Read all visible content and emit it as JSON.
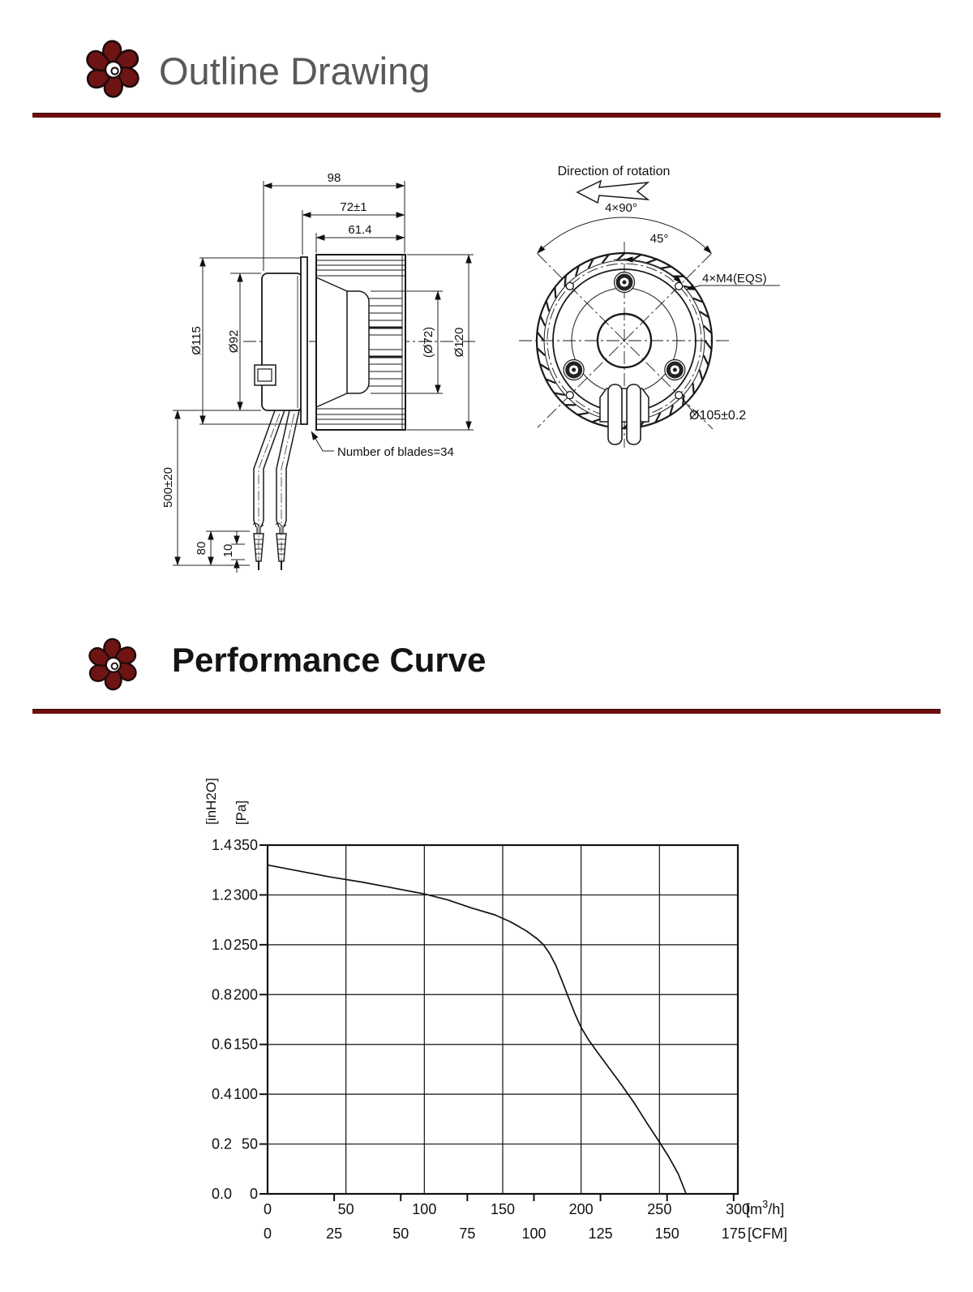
{
  "accent_color": "#6e0d0d",
  "line_color": "#1a1a1a",
  "header_outline": {
    "title": "Outline Drawing"
  },
  "header_performance": {
    "title": "Performance Curve"
  },
  "outline": {
    "side": {
      "dim_depth_total": "98",
      "dim_depth_mount": "72±1",
      "dim_depth_impeller": "61.4",
      "dim_flange_od": "Ø115",
      "dim_motor_od": "Ø92",
      "dim_inlet_id": "(Ø72)",
      "dim_impeller_od": "Ø120",
      "dim_lead_length": "500±20",
      "dim_strip_a": "80",
      "dim_strip_b": "10",
      "note_blades": "Number of blades=34"
    },
    "front": {
      "note_rotation": "Direction of rotation",
      "dim_mount_angle": "4×90°",
      "dim_hole_angle": "45°",
      "note_screws": "4×M4(EQS)",
      "dim_bolt_circle": "Ø105±0.2"
    }
  },
  "chart_data": {
    "type": "line",
    "title": "",
    "grid": true,
    "legend": false,
    "x_axis_primary": {
      "unit": "[m³/h]",
      "ticks": [
        0,
        50,
        100,
        150,
        200,
        250,
        300
      ],
      "range": [
        0,
        300
      ]
    },
    "x_axis_secondary": {
      "unit": "[CFM]",
      "ticks": [
        0,
        25,
        50,
        75,
        100,
        125,
        150,
        175
      ],
      "m3h_per_cfm": 1.699
    },
    "y_axis_primary": {
      "unit": "[Pa]",
      "ticks": [
        0,
        50,
        100,
        150,
        200,
        250,
        300,
        350
      ],
      "range": [
        0,
        350
      ]
    },
    "y_axis_secondary": {
      "unit": "[inH2O]",
      "tick_labels": [
        "0.0",
        "0.2",
        "0.4",
        "0.6",
        "0.8",
        "1.0",
        "1.2",
        "1.4"
      ]
    },
    "series": [
      {
        "name": "static-pressure-vs-airflow",
        "points": [
          [
            0,
            330
          ],
          [
            20,
            324
          ],
          [
            40,
            318
          ],
          [
            60,
            313
          ],
          [
            80,
            307
          ],
          [
            100,
            301
          ],
          [
            115,
            295
          ],
          [
            130,
            287
          ],
          [
            145,
            280
          ],
          [
            155,
            273
          ],
          [
            165,
            264
          ],
          [
            172,
            256
          ],
          [
            176,
            250
          ],
          [
            180,
            241
          ],
          [
            184,
            229
          ],
          [
            188,
            213
          ],
          [
            192,
            197
          ],
          [
            196,
            181
          ],
          [
            200,
            167
          ],
          [
            205,
            154
          ],
          [
            210,
            143
          ],
          [
            218,
            126
          ],
          [
            226,
            109
          ],
          [
            234,
            91
          ],
          [
            242,
            71
          ],
          [
            250,
            52
          ],
          [
            256,
            37
          ],
          [
            262,
            20
          ],
          [
            267,
            0
          ]
        ]
      }
    ]
  }
}
